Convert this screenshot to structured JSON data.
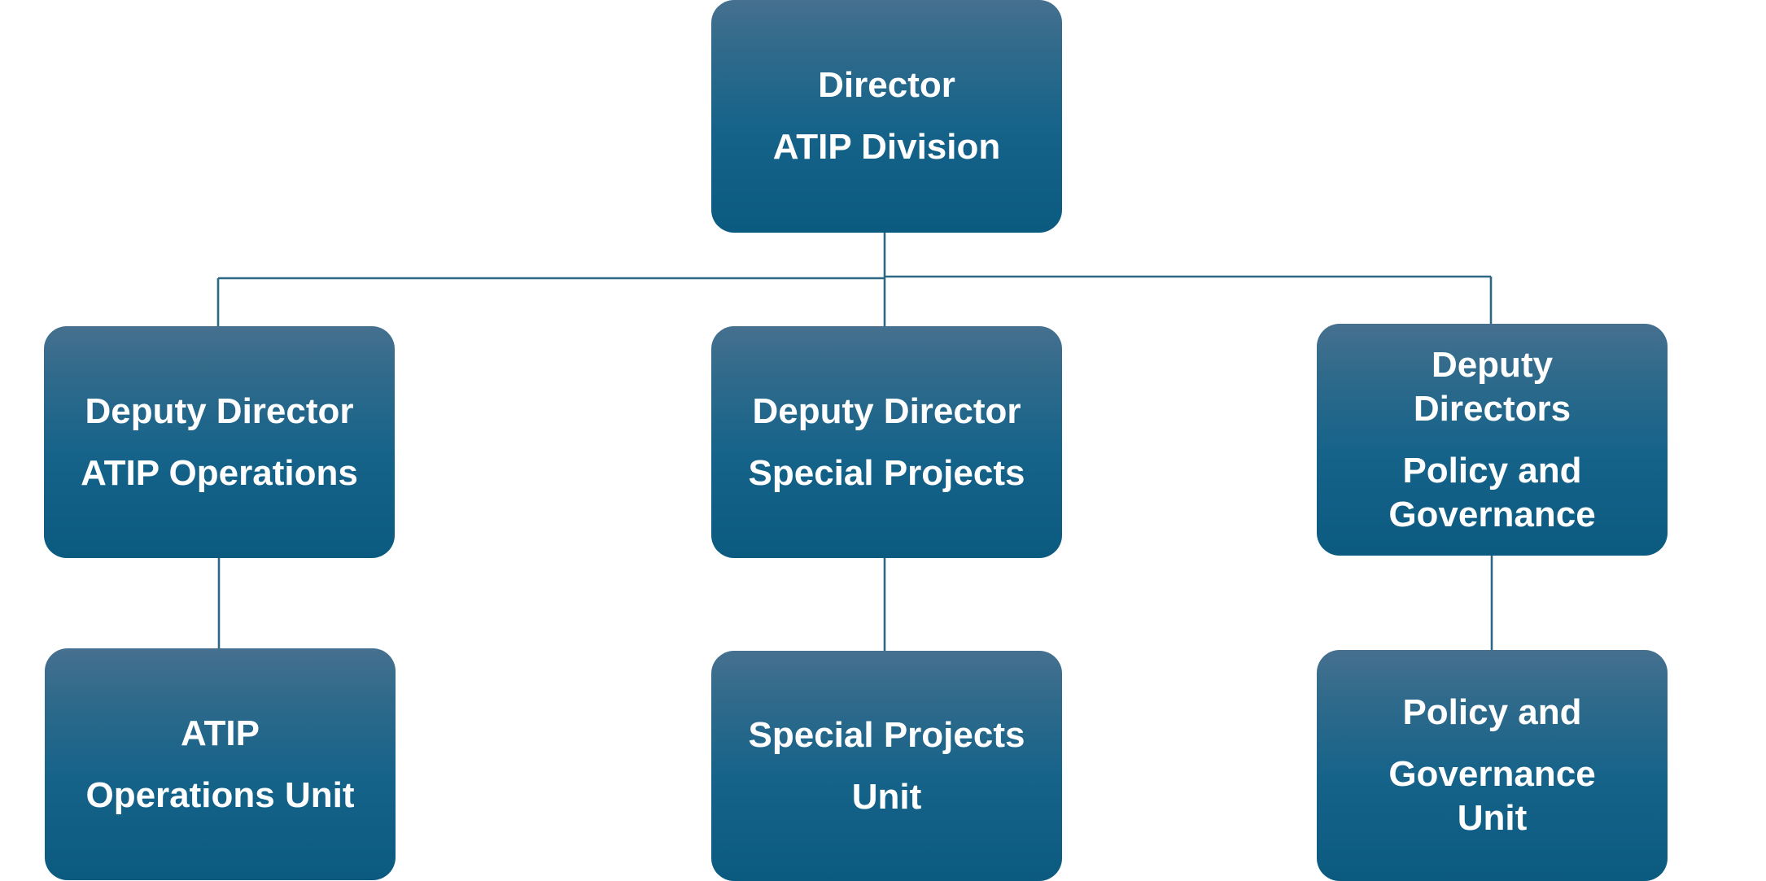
{
  "org_chart": {
    "director": {
      "title": "Director",
      "unit": "ATIP Division"
    },
    "deputies": [
      {
        "title": "Deputy Director",
        "unit": "ATIP Operations"
      },
      {
        "title": "Deputy Director",
        "unit": "Special Projects"
      },
      {
        "title_line1": "Deputy",
        "title_line2": "Directors",
        "unit_line1": "Policy and",
        "unit_line2": "Governance"
      }
    ],
    "units": [
      {
        "line1": "ATIP",
        "line2": "Operations Unit"
      },
      {
        "line1": "Special Projects",
        "line2": "Unit"
      },
      {
        "line1": "Policy and",
        "line2": "Governance",
        "line3": "Unit"
      }
    ]
  }
}
